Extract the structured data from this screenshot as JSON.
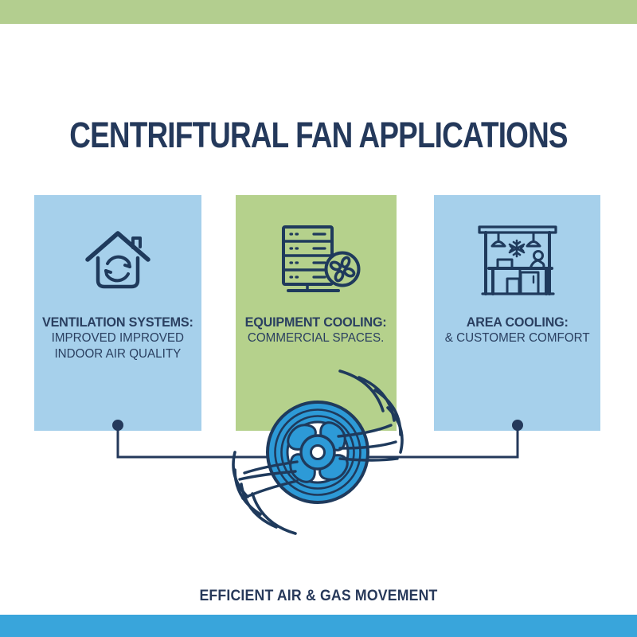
{
  "header": {
    "title": "CENTRIFTURAL FAN APPLICATIONS"
  },
  "footer": {
    "caption": "EFFICIENT AIR & GAS MOVEMENT"
  },
  "cards": [
    {
      "heading": "VENTILATION SYSTEMS:",
      "lines": [
        "IMPROVED IMPROVED",
        "INDOOR AIR QUALITY"
      ],
      "icon": "house-ventilation-icon",
      "bg_color": "#a6d0eb"
    },
    {
      "heading": "EQUIPMENT COOLING:",
      "lines": [
        "COMMERCIAL SPACES."
      ],
      "icon": "server-rack-fan-icon",
      "bg_color": "#b5d18c"
    },
    {
      "heading": "AREA COOLING:",
      "lines": [
        "& CUSTOMER COMFORT"
      ],
      "icon": "shop-interior-cooling-icon",
      "bg_color": "#a6d0eb"
    }
  ],
  "colors": {
    "navy_text": "#24395b",
    "icon_stroke": "#1f3a5c",
    "card_blue": "#a6d0eb",
    "card_green": "#b5d18c",
    "top_bar_green": "#b3ce8f",
    "bottom_bar_blue": "#39a5db",
    "fan_blue": "#2d9ad7"
  }
}
